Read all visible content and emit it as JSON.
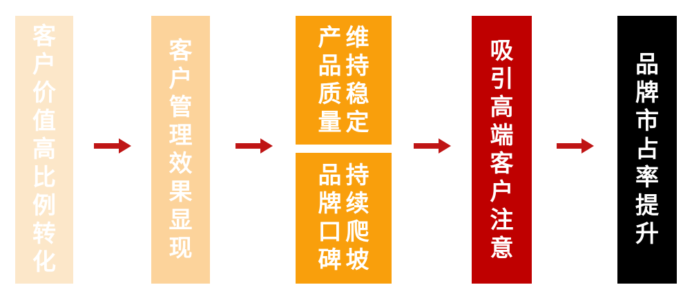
{
  "flow": {
    "step1": {
      "text": "客户价值高比例转化"
    },
    "step2": {
      "text": "客户管理效果显现"
    },
    "step3_top": {
      "left": "产品质量",
      "right": "维持稳定"
    },
    "step3_bottom": {
      "left": "品牌口碑",
      "right": "持续爬坡"
    },
    "step4": {
      "text": "吸引高端客户注意"
    },
    "step5": {
      "text": "品牌市占率提升"
    }
  },
  "colors": {
    "step1_bg": "#fce7c9",
    "step2_bg": "#fcd39b",
    "step3_bg": "#f99f0c",
    "step4_bg": "#bf0000",
    "step5_bg": "#000000",
    "arrow": "#bf1515",
    "text": "#ffffff"
  },
  "icons": {
    "arrow": "arrow-right-icon"
  }
}
